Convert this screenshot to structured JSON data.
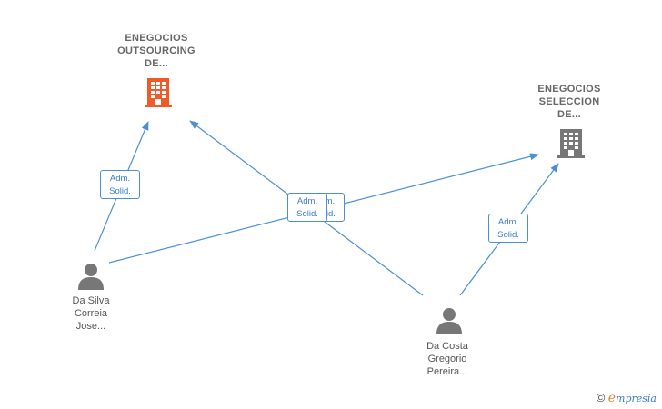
{
  "companies": [
    {
      "id": "c1",
      "label_lines": [
        "ENEGOCIOS",
        "OUTSOURCING",
        "DE..."
      ],
      "color": "#f05a28"
    },
    {
      "id": "c2",
      "label_lines": [
        "ENEGOCIOS",
        "SELECCION",
        "DE..."
      ],
      "color": "#777777"
    }
  ],
  "people": [
    {
      "id": "p1",
      "label_lines": [
        "Da Silva",
        "Correia",
        "Jose..."
      ]
    },
    {
      "id": "p2",
      "label_lines": [
        "Da Costa",
        "Gregorio",
        "Pereira..."
      ]
    }
  ],
  "relations": [
    {
      "from": "p1",
      "to": "c1",
      "role_lines": [
        "Adm.",
        "Solid."
      ]
    },
    {
      "from": "p1",
      "to": "c2",
      "role_lines": [
        "Adm.",
        "Solid."
      ]
    },
    {
      "from": "p2",
      "to": "c1",
      "role_lines": [
        "Adm.",
        "Solid."
      ]
    },
    {
      "from": "p2",
      "to": "c2",
      "role_lines": [
        "Adm.",
        "Solid."
      ]
    }
  ],
  "footer": {
    "copyright": "©",
    "brand_initial": "e",
    "brand_rest": "mpresia"
  },
  "colors": {
    "edge": "#4a90d9",
    "person_icon": "#777777"
  }
}
